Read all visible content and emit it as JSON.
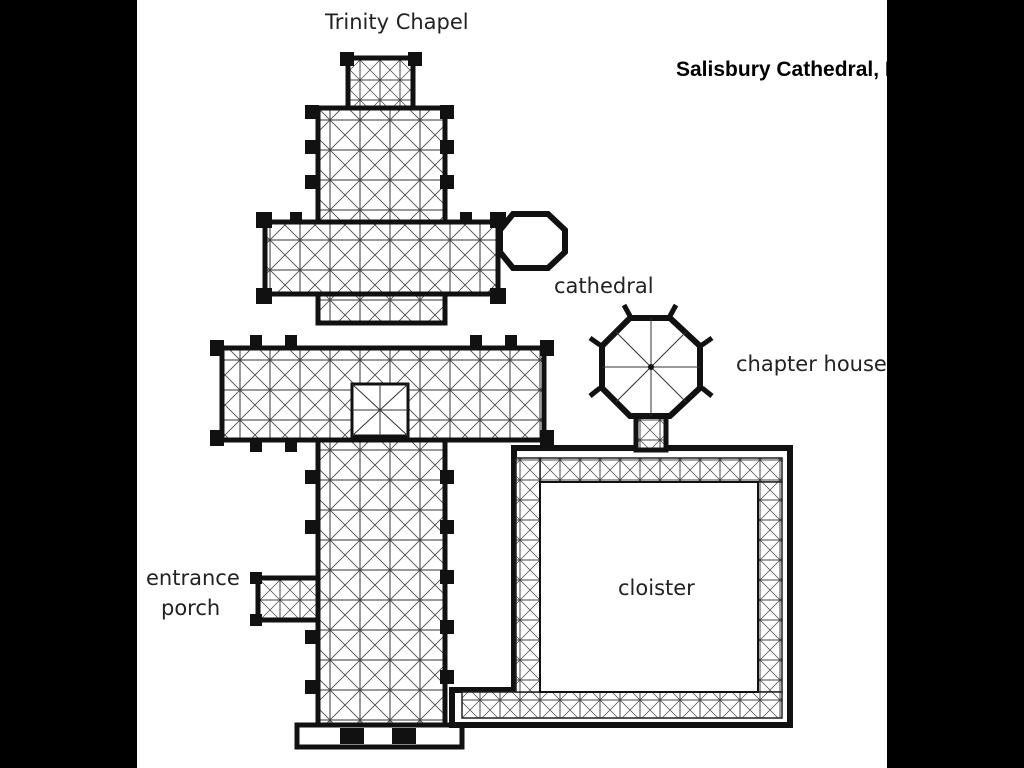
{
  "slide": {
    "title": "Salisbury Cathedral, Plan"
  },
  "labels": {
    "trinity_chapel": "Trinity Chapel",
    "cathedral": "cathedral",
    "chapter_house": "chapter house",
    "cloister": "cloister",
    "entrance_porch_line1": "entrance",
    "entrance_porch_line2": "porch"
  },
  "colors": {
    "wall": "#1a1a1a",
    "background": "#ffffff",
    "frame": "#000000"
  }
}
